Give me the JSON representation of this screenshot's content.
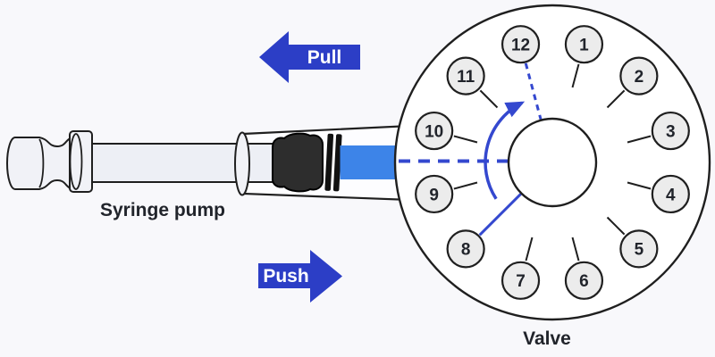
{
  "syringe": {
    "label": "Syringe pump"
  },
  "arrows": {
    "pull_label": "Pull",
    "push_label": "Push"
  },
  "valve": {
    "label": "Valve",
    "ports": [
      "1",
      "2",
      "3",
      "4",
      "5",
      "6",
      "7",
      "8",
      "9",
      "10",
      "11",
      "12"
    ],
    "connected_port": "8",
    "rotation_target_port": "12"
  },
  "colors": {
    "bg": "#f8f8fb",
    "ink": "#1f1f1f",
    "arrow_blue": "#2c3ec6",
    "liquid_blue": "#3d84e8",
    "line_blue": "#3448cf",
    "port_fill": "#ececec",
    "label_ink": "#21242b",
    "arrow_text": "#ffffff"
  }
}
